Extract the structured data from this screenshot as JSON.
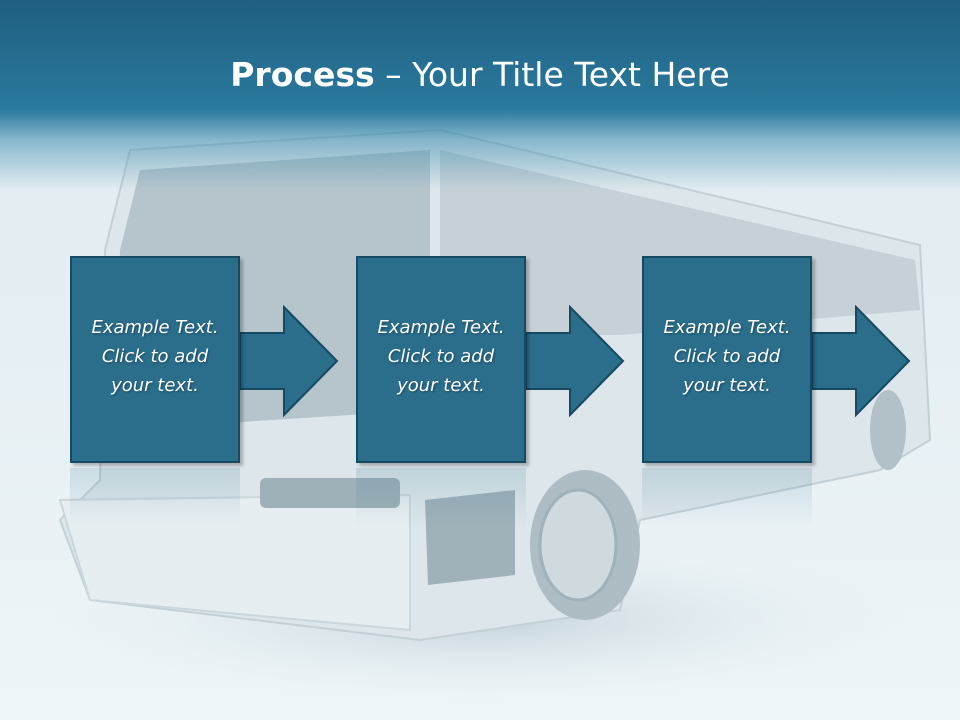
{
  "slide": {
    "title_bold": "Process",
    "title_dash": " – ",
    "title_rest": "Your Title Text Here"
  },
  "steps": [
    {
      "line1": "Example Text.",
      "line2": "Click  to add",
      "line3": "your text."
    },
    {
      "line1": "Example Text.",
      "line2": "Click  to add",
      "line3": "your text."
    },
    {
      "line1": "Example Text.",
      "line2": "Click  to add",
      "line3": "your text."
    }
  ],
  "colors": {
    "header": "#2b7a9e",
    "box_fill": "#2a6e8c",
    "box_border": "#174a62",
    "text": "#ffffff"
  },
  "background_image": "bus-photo"
}
